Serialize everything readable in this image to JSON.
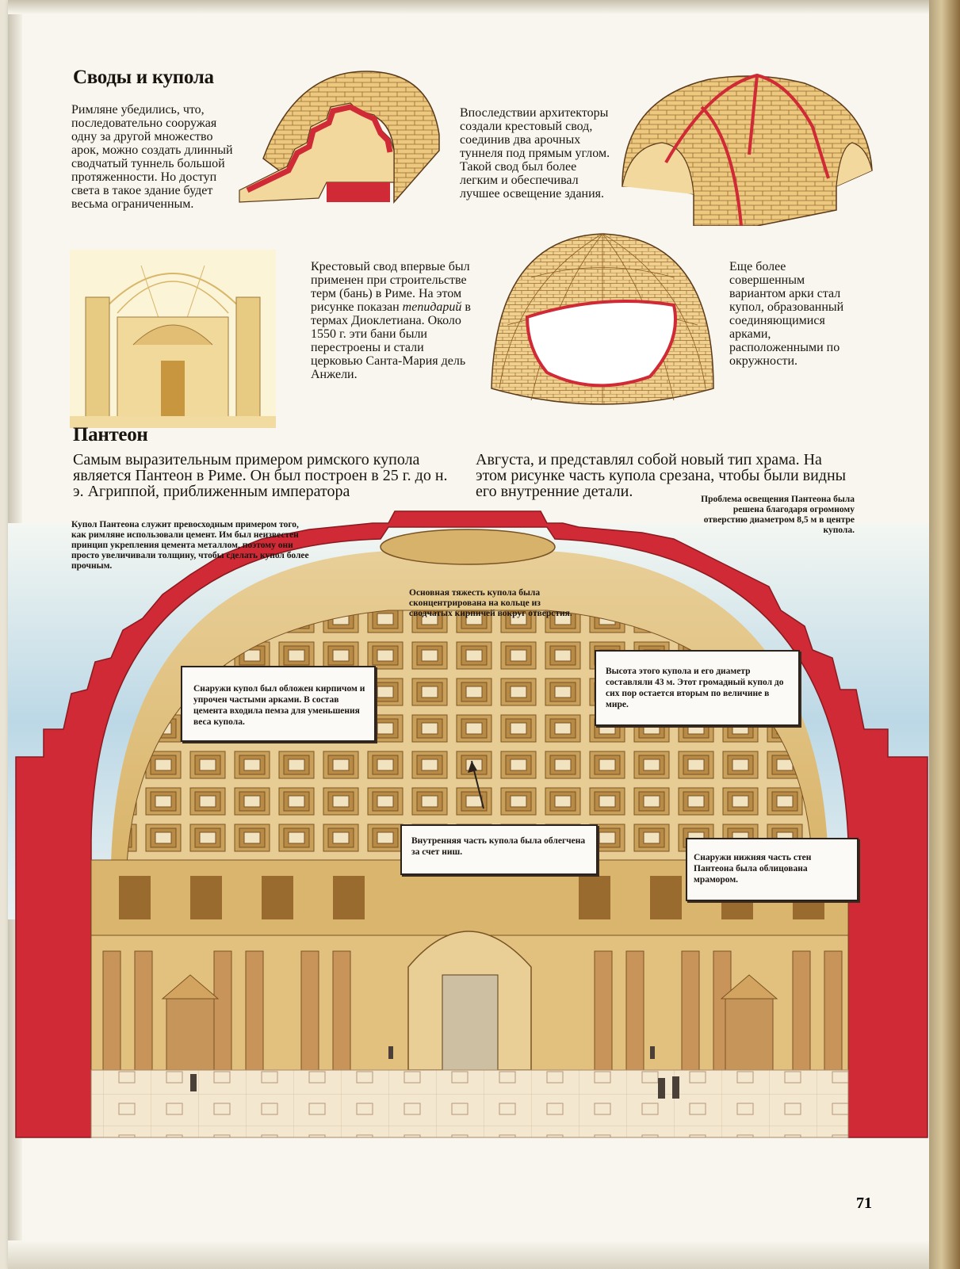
{
  "section1": {
    "heading": "Своды и купола",
    "text_tunnel": "Римляне убедились, что, последовательно сооружая одну за другой множество арок, можно создать длинный сводчатый туннель большой протяженности. Но доступ света в такое здание будет весьма ограниченным.",
    "text_cross_vault": "Впоследствии архитекторы создали крестовый свод, соединив два арочных туннеля под прямым углом. Такой свод был более легким и обеспечивал лучшее освещение здания.",
    "text_baths_1": "Крестовый свод впервые был применен при строительстве терм (бань) в Риме. На этом рисунке показан",
    "text_baths_italic": "тепидарий",
    "text_baths_2": "в термах Диоклетиана. Около 1550 г. эти бани были перестроены и стали церковью Санта-Мария дель Анжели.",
    "text_dome": "Еще более совершенным вариантом арки стал купол, образованный соединяющимися арками, расположенными по окружности."
  },
  "section2": {
    "heading": "Пантеон",
    "lead_left": "Самым выразительным примером римского купола является Пантеон в Риме. Он был построен в 25 г. до н. э. Агриппой, приближенным императора",
    "lead_right": "Августа, и представлял собой новый тип храма. На этом рисунке часть купола срезана, чтобы были видны его внутренние детали."
  },
  "captions": {
    "cement": "Купол Пантеона служит превосходным примером того, как римляне использовали цемент. Им был неизвестен принцип укрепления цемента металлом, поэтому они просто увеличивали толщину, чтобы сделать купол более прочным.",
    "oculus": "Проблема освещения Пантеона была решена благодаря огромному отверстию диаметром 8,5 м в центре купола.",
    "ring": "Основная тяжесть купола была сконцентрирована на кольце из сводчатых кирпичей вокруг отверстия.",
    "outside_brick": "Снаружи купол был обложен кирпичом и упрочен частыми арками. В состав цемента входила пемза для уменьшения веса купола.",
    "height": "Высота этого купола и его диаметр составляли 43 м. Этот громадный купол до сих пор остается вторым по величине в мире.",
    "niches": "Внутренняя часть купола была облегчена за счет ниш.",
    "marble": "Снаружи нижняя часть стен Пантеона была облицована мрамором."
  },
  "page_number": "71",
  "colors": {
    "brick": "#e8c77e",
    "section_red": "#cf2a35",
    "sky": "#a9cde0",
    "ink": "#1a1410"
  }
}
